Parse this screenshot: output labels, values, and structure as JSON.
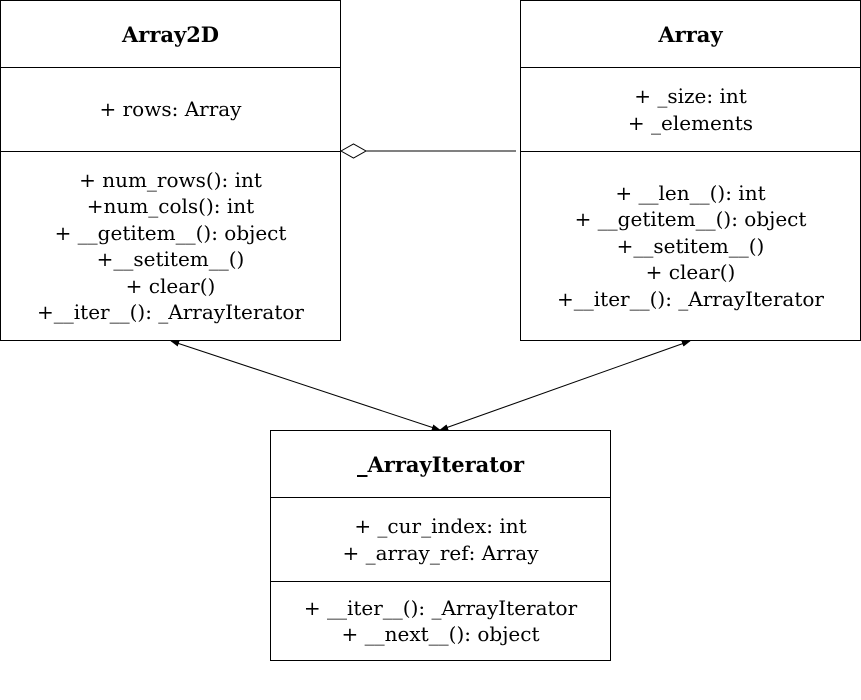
{
  "classes": {
    "array2d": {
      "name": "Array2D",
      "attributes": [
        "+ rows: Array"
      ],
      "methods": [
        "+ num_rows(): int",
        "+num_cols(): int",
        "+ __getitem__(): object",
        "+__setitem__()",
        "+ clear()",
        "+__iter__(): _ArrayIterator"
      ]
    },
    "array": {
      "name": "Array",
      "attributes": [
        "+ _size: int",
        "+ _elements"
      ],
      "methods": [
        "+ __len__(): int",
        "+ __getitem__(): object",
        "+__setitem__()",
        "+ clear()",
        "+__iter__(): _ArrayIterator"
      ]
    },
    "iterator": {
      "name": "_ArrayIterator",
      "attributes": [
        "+ _cur_index: int",
        "+ _array_ref: Array"
      ],
      "methods": [
        "+ __iter__(): _ArrayIterator",
        "+ __next__(): object"
      ]
    }
  },
  "relationships": [
    {
      "from": "array2d",
      "to": "array",
      "type": "aggregation"
    },
    {
      "from": "array2d",
      "to": "iterator",
      "type": "bidirectional-association"
    },
    {
      "from": "array",
      "to": "iterator",
      "type": "bidirectional-association"
    }
  ]
}
